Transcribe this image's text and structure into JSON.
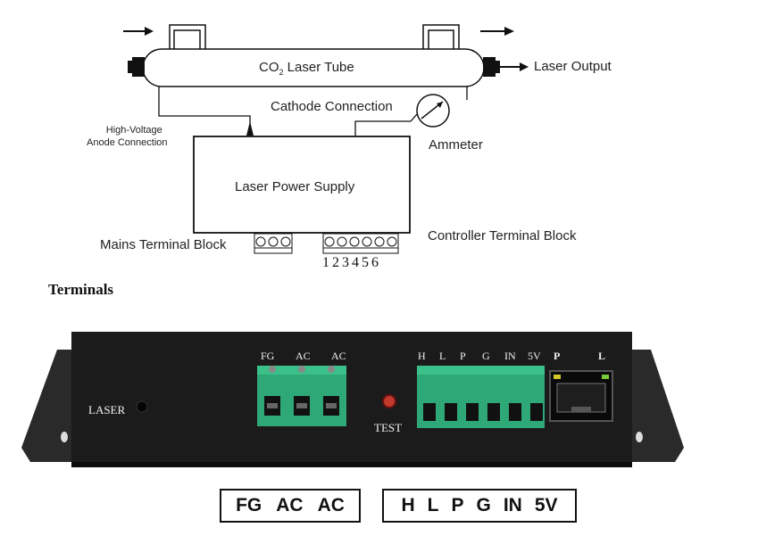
{
  "diagram": {
    "tube_label_pre": "CO",
    "tube_label_sub": "2",
    "tube_label_post": " Laser Tube",
    "laser_output": "Laser Output",
    "cathode_connection": "Cathode Connection",
    "hv_anode_line1": "High-Voltage",
    "hv_anode_line2": "Anode Connection",
    "ammeter": "Ammeter",
    "power_supply": "Laser Power Supply",
    "mains_terminal": "Mains Terminal Block",
    "controller_terminal": "Controller Terminal Block",
    "terminal_numbers": [
      "1",
      "2",
      "3",
      "4",
      "5",
      "6"
    ]
  },
  "section": {
    "heading": "Terminals"
  },
  "photo": {
    "laser_label": "LASER",
    "test_label": "TEST",
    "left_block_labels": [
      "FG",
      "AC",
      "AC"
    ],
    "right_block_labels": [
      "H",
      "L",
      "P",
      "G",
      "IN",
      "5V"
    ],
    "port_labels": [
      "P",
      "L"
    ]
  },
  "legend": {
    "mains": [
      "FG",
      "AC",
      "AC"
    ],
    "controller": [
      "H",
      "L",
      "P",
      "G",
      "IN",
      "5V"
    ]
  }
}
